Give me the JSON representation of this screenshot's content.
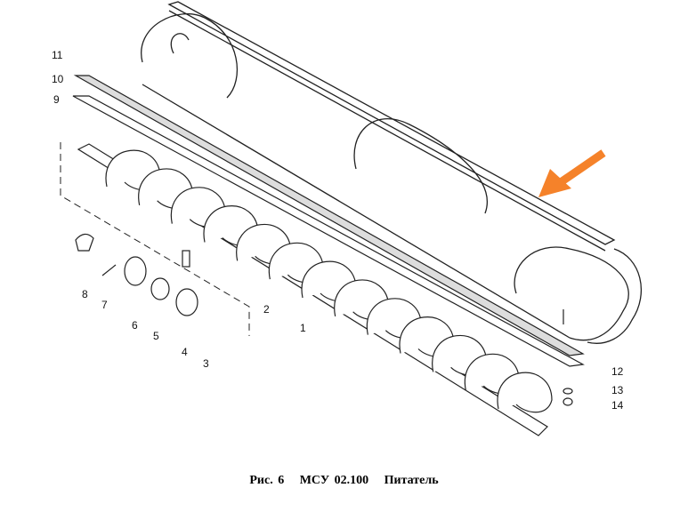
{
  "figure": {
    "part_labels": [
      "1",
      "2",
      "3",
      "4",
      "5",
      "6",
      "7",
      "8",
      "9",
      "10",
      "11",
      "12",
      "13",
      "14"
    ],
    "caption": {
      "figure_number": "Рис. 6",
      "code": "МСУ 02.100",
      "title": "Питатель"
    },
    "arrow_color": "#f5822a"
  }
}
